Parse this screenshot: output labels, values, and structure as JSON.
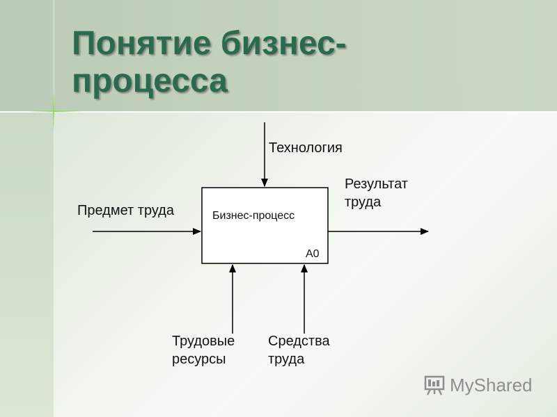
{
  "slide": {
    "title_line1": "Понятие бизнес-",
    "title_line2": "процесса"
  },
  "diagram": {
    "box_label": "Бизнес-процесс",
    "box_code": "A0",
    "control": "Технология",
    "input": "Предмет труда",
    "output_line1": "Результат",
    "output_line2": "труда",
    "mechanism1_line1": "Трудовые",
    "mechanism1_line2": "ресурсы",
    "mechanism2_line1": "Средства",
    "mechanism2_line2": "труда"
  },
  "watermark": {
    "text": "MyShared",
    "icon": "presentation-board-icon"
  }
}
